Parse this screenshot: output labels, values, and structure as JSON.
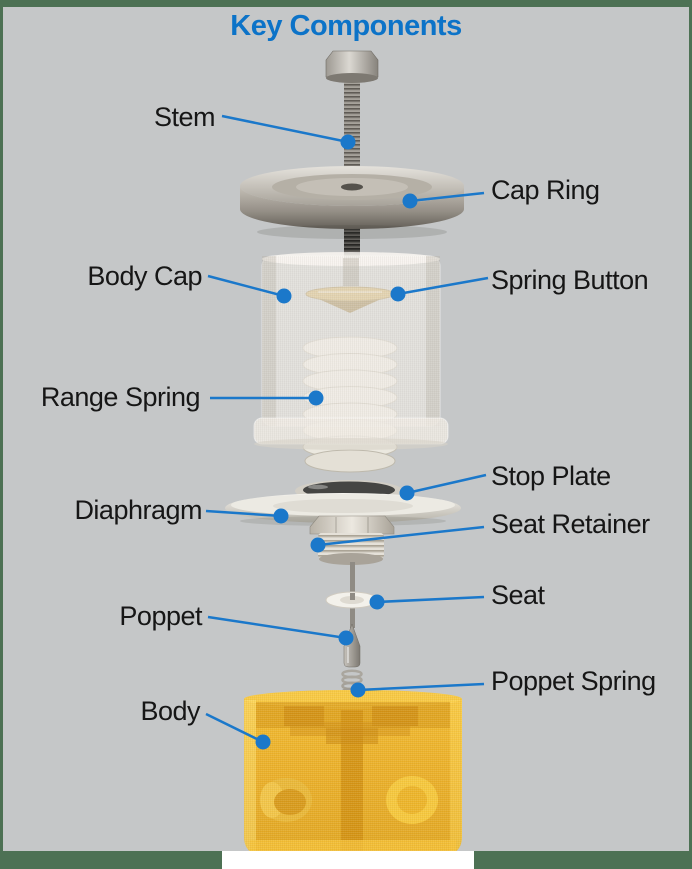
{
  "title": "Key Components",
  "labels": [
    {
      "id": "stem",
      "text": "Stem",
      "side": "left"
    },
    {
      "id": "cap-ring",
      "text": "Cap Ring",
      "side": "right"
    },
    {
      "id": "body-cap",
      "text": "Body Cap",
      "side": "left"
    },
    {
      "id": "spring-button",
      "text": "Spring Button",
      "side": "right"
    },
    {
      "id": "range-spring",
      "text": "Range Spring",
      "side": "left"
    },
    {
      "id": "stop-plate",
      "text": "Stop Plate",
      "side": "right"
    },
    {
      "id": "diaphragm",
      "text": "Diaphragm",
      "side": "left"
    },
    {
      "id": "seat-retainer",
      "text": "Seat Retainer",
      "side": "right"
    },
    {
      "id": "seat",
      "text": "Seat",
      "side": "right"
    },
    {
      "id": "poppet",
      "text": "Poppet",
      "side": "left"
    },
    {
      "id": "poppet-spring",
      "text": "Poppet Spring",
      "side": "right"
    },
    {
      "id": "body",
      "text": "Body",
      "side": "left"
    }
  ],
  "colors": {
    "accent_blue": "#1b78ca",
    "title_blue": "#0c73c8",
    "frame_green": "#4d7154",
    "background_gray": "#c5c7c8",
    "body_amber": "#f0b52c",
    "spring_button_gold": "#c7a554",
    "metal_light": "#d9d6d0",
    "metal_dark": "#6e6961",
    "label_text": "#161616"
  }
}
